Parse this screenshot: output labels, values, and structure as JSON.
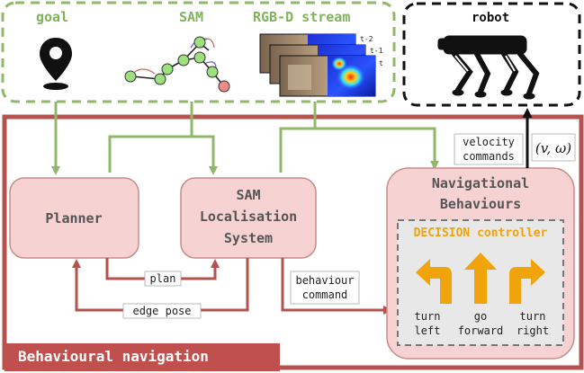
{
  "inputs": {
    "goal_label": "goal",
    "sam_label": "SAM",
    "rgbd_label": "RGB-D stream",
    "frame_labels": [
      "t-2",
      "t-1",
      "t"
    ]
  },
  "robot": {
    "label": "robot"
  },
  "modules": {
    "planner": "Planner",
    "localisation": [
      "SAM",
      "Localisation",
      "System"
    ],
    "nav_behaviours": [
      "Navigational",
      "Behaviours"
    ]
  },
  "decision": {
    "title": "DECISION controller",
    "actions": [
      {
        "line1": "turn",
        "line2": "left",
        "icon": "arrow-turn-left-icon"
      },
      {
        "line1": "go",
        "line2": "forward",
        "icon": "arrow-up-icon"
      },
      {
        "line1": "turn",
        "line2": "right",
        "icon": "arrow-turn-right-icon"
      }
    ]
  },
  "edges": {
    "plan": "plan",
    "edge_pose": "edge pose",
    "behaviour_command": [
      "behaviour",
      "command"
    ],
    "velocity_commands": [
      "velocity",
      "commands"
    ],
    "velocity_symbol": "(v, ω)"
  },
  "footer": {
    "label": "Behavioural navigation"
  },
  "colors": {
    "green_accent": "#8fb86a",
    "green_text": "#7fb35a",
    "red_frame": "#c0504d",
    "box_fill": "#f6d2d2",
    "box_stroke": "#c98a8a",
    "orange_accent": "#f0a30a",
    "decision_bg": "#e8e8e8"
  }
}
